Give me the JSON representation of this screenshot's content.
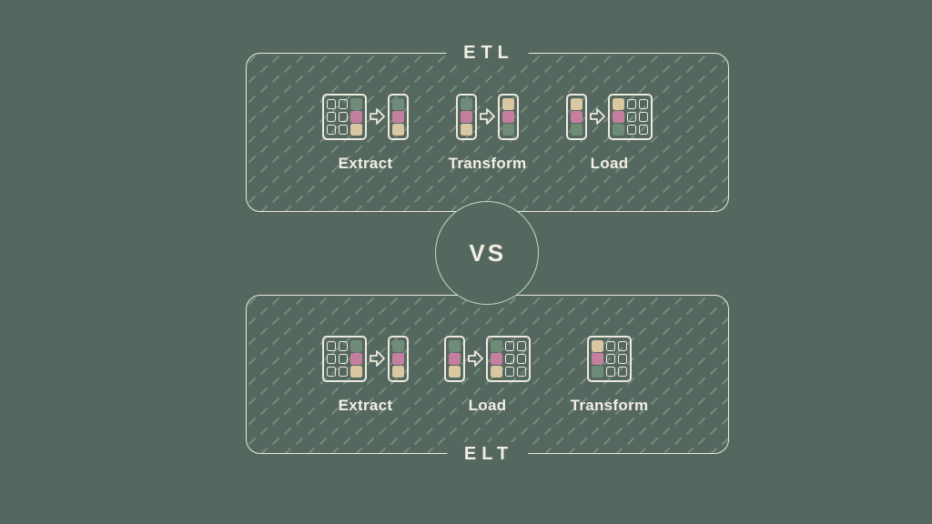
{
  "diagram": {
    "versus_label": "VS",
    "colors": {
      "background": "#55685F",
      "line_cream": "#EDEADD",
      "title_text": "#F2EFE4",
      "circle_stroke": "#C7D9BF",
      "hatch": "#A9C0AC",
      "cell_pink": "#C47F9E",
      "cell_tan": "#DAC7A1",
      "cell_green": "#6E8C77"
    },
    "etl": {
      "title": "ETL",
      "stages": [
        {
          "label": "Extract",
          "icon": "table-to-column",
          "source_cells": [
            "green",
            "pink",
            "tan"
          ],
          "target_cells": [
            "green",
            "pink",
            "tan"
          ]
        },
        {
          "label": "Transform",
          "icon": "column-to-column",
          "source_cells": [
            "green",
            "pink",
            "tan"
          ],
          "target_cells": [
            "tan",
            "pink",
            "green"
          ]
        },
        {
          "label": "Load",
          "icon": "column-to-table",
          "source_cells": [
            "tan",
            "pink",
            "green"
          ],
          "target_cells": [
            "tan",
            "pink",
            "green"
          ]
        }
      ]
    },
    "elt": {
      "title": "ELT",
      "stages": [
        {
          "label": "Extract",
          "icon": "table-to-column",
          "source_cells": [
            "green",
            "pink",
            "tan"
          ],
          "target_cells": [
            "green",
            "pink",
            "tan"
          ]
        },
        {
          "label": "Load",
          "icon": "column-to-table",
          "source_cells": [
            "green",
            "pink",
            "tan"
          ],
          "target_cells": [
            "green",
            "pink",
            "tan"
          ]
        },
        {
          "label": "Transform",
          "icon": "table-only",
          "source_cells": [
            "tan",
            "pink",
            "green"
          ],
          "target_cells": []
        }
      ]
    }
  }
}
